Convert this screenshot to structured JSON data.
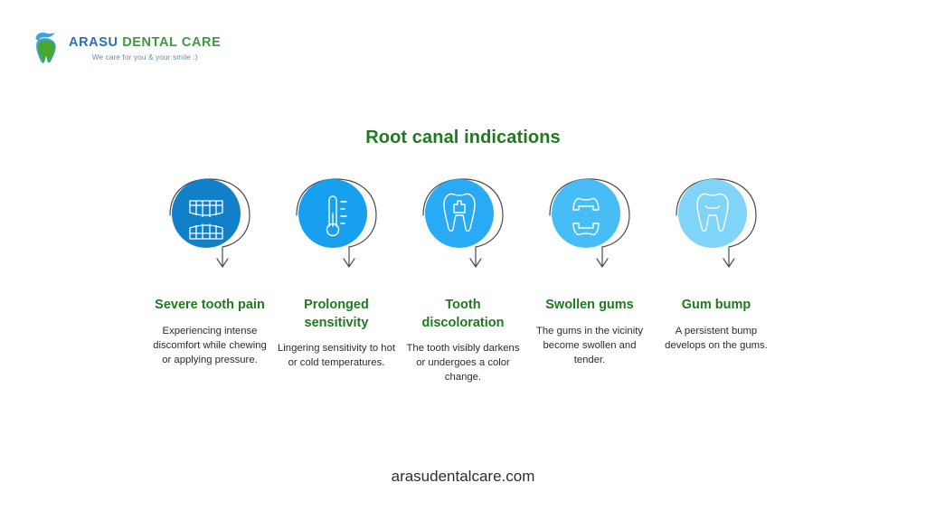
{
  "brand": {
    "logo_icon": "tooth-logo-icon",
    "name_part1": "ARASU",
    "name_part2": "DENTAL CARE",
    "tagline": "We care for you & your smile :)",
    "name_color": "#2b6fb5",
    "accent_green": "#3f9a3f"
  },
  "header": {
    "title": "Root canal indications",
    "title_color": "#1f7a1f"
  },
  "items": [
    {
      "icon": "dentures-icon",
      "circle_color": "#1180c9",
      "title": "Severe tooth pain",
      "description": "Experiencing intense discomfort while chewing or applying pressure."
    },
    {
      "icon": "thermometer-icon",
      "circle_color": "#18a0f0",
      "title": "Prolonged sensitivity",
      "description": "Lingering sensitivity to hot or cold temperatures."
    },
    {
      "icon": "tooth-filling-icon",
      "circle_color": "#29aaf5",
      "title": "Tooth discoloration",
      "description": "The tooth visibly darkens or undergoes a color change."
    },
    {
      "icon": "dental-crown-icon",
      "circle_color": "#46bdf7",
      "title": "Swollen gums",
      "description": "The gums in the vicinity become swollen and tender."
    },
    {
      "icon": "molar-tooth-icon",
      "circle_color": "#7fd4f7",
      "title": "Gum bump",
      "description": "A persistent bump develops on the gums."
    }
  ],
  "footer": {
    "website": "arasudentalcare.com"
  }
}
